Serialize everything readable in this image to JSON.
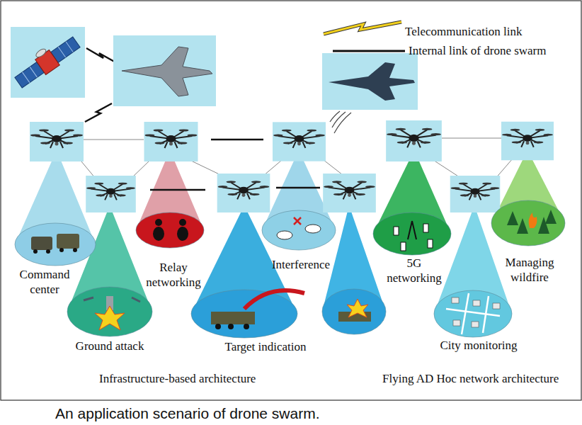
{
  "diagram": {
    "caption": "An application scenario of drone swarm.",
    "nodes": [
      {
        "text": [
          "Command center"
        ]
      },
      {
        "text": [
          "Relay networking"
        ]
      },
      {
        "text": [
          "Interference"
        ]
      },
      {
        "text": [
          "5G networking"
        ]
      },
      {
        "text": [
          "Managing wildfire"
        ]
      },
      {
        "text": [
          "Ground attack"
        ]
      },
      {
        "text": [
          "Target indication"
        ]
      },
      {
        "text": [
          "City monitoring"
        ]
      }
    ],
    "labels": [
      "Infrastructure-based architecture",
      "Flying AD Hoc network architecture"
    ],
    "legend": [
      {
        "text": "Telecommunication link"
      },
      {
        "text": "Internal link of drone swarm"
      }
    ]
  }
}
